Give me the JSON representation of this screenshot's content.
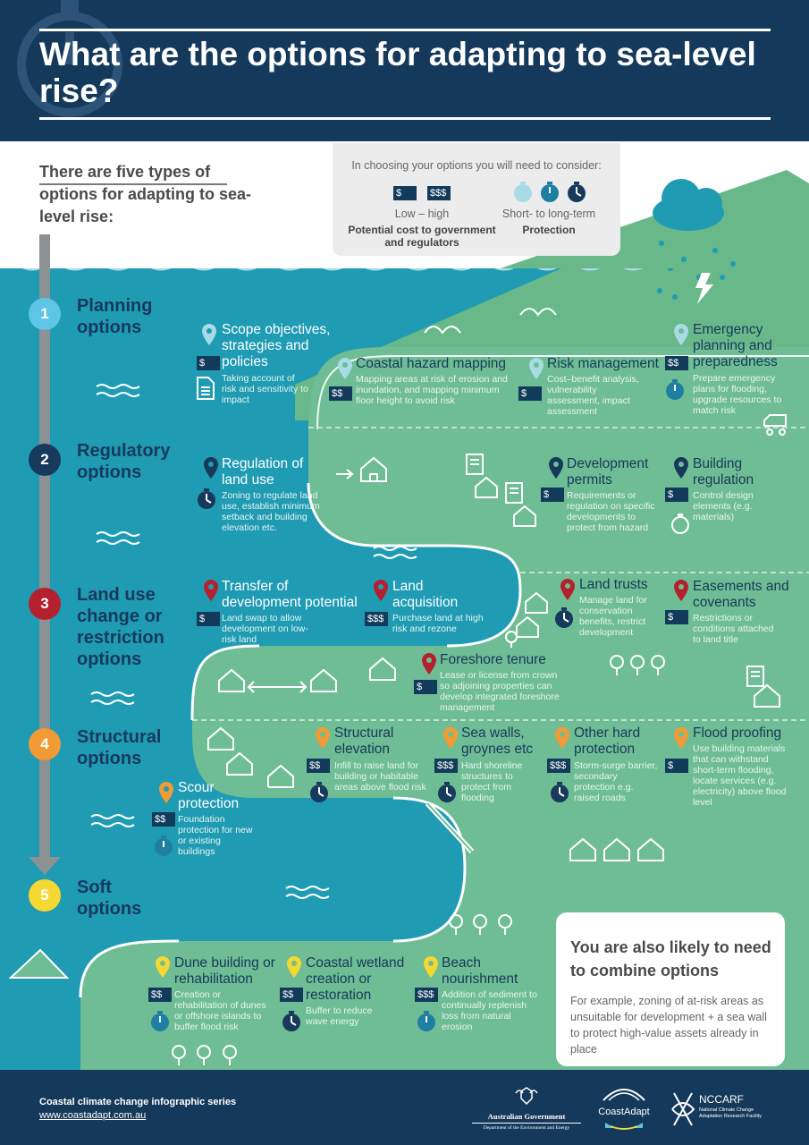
{
  "header": {
    "title": "What are the options for adapting to sea-level rise?"
  },
  "intro": {
    "text": "There are five types of options for adapting to sea-level rise:"
  },
  "consider": {
    "heading": "In choosing your options you will need to consider:",
    "cost_low": "$",
    "cost_high": "$$$",
    "cost_range": "Low – high",
    "cost_label": "Potential cost to government and regulators",
    "protection_range": "Short- to long-term",
    "protection_label": "Protection"
  },
  "options": [
    {
      "num": "1",
      "name": "Planning options",
      "color": "#5ec5e6"
    },
    {
      "num": "2",
      "name": "Regulatory options",
      "color": "#17395b"
    },
    {
      "num": "3",
      "name": "Land use change or restriction options",
      "color": "#b5202e"
    },
    {
      "num": "4",
      "name": "Structural options",
      "color": "#f29a35"
    },
    {
      "num": "5",
      "name": "Soft options",
      "color": "#f6d832"
    }
  ],
  "items": {
    "scope": {
      "title": "Scope objectives, strategies and policies",
      "cost": "$",
      "desc": "Taking account of risk and sensitivity to impact"
    },
    "coastal_hazard": {
      "title": "Coastal hazard mapping",
      "cost": "$$",
      "desc": "Mapping areas at risk of erosion and inundation, and mapping minimum floor height to avoid risk"
    },
    "risk_mgmt": {
      "title": "Risk management",
      "cost": "$",
      "desc": "Cost–benefit analysis, vulnerability assessment, impact assessment"
    },
    "emergency": {
      "title": "Emergency planning and preparedness",
      "cost": "$$",
      "desc": "Prepare emergency plans for flooding, upgrade resources to match risk"
    },
    "land_use_reg": {
      "title": "Regulation of land use",
      "desc": "Zoning to regulate land use, establish minimum setback and building elevation etc."
    },
    "dev_permits": {
      "title": "Development permits",
      "cost": "$",
      "desc": "Requirements or regulation on specific developments to protect from hazard"
    },
    "building_reg": {
      "title": "Building regulation",
      "cost": "$",
      "desc": "Control design elements (e.g. materials)"
    },
    "transfer": {
      "title": "Transfer of development potential",
      "cost": "$",
      "desc": "Land swap to allow development on low-risk land"
    },
    "land_acq": {
      "title": "Land acquisition",
      "cost": "$$$",
      "desc": "Purchase land at high risk and rezone"
    },
    "land_trusts": {
      "title": "Land trusts",
      "desc": "Manage land for conservation benefits, restrict development"
    },
    "easements": {
      "title": "Easements and covenants",
      "cost": "$",
      "desc": "Restrictions or conditions attached to land title"
    },
    "foreshore": {
      "title": "Foreshore tenure",
      "cost": "$",
      "desc": "Lease or license from crown so adjoining properties can develop integrated foreshore management"
    },
    "struct_elev": {
      "title": "Structural elevation",
      "cost": "$$",
      "desc": "Infill to raise land for building or habitable areas above flood risk"
    },
    "sea_walls": {
      "title": "Sea walls, groynes etc",
      "cost": "$$$",
      "desc": "Hard shoreline structures to protect from flooding"
    },
    "other_hard": {
      "title": "Other hard protection",
      "cost": "$$$",
      "desc": "Storm-surge barrier, secondary protection e.g. raised roads"
    },
    "flood_proof": {
      "title": "Flood proofing",
      "cost": "$",
      "desc": "Use building materials that can withstand short-term flooding, locate services (e.g. electricity) above flood level"
    },
    "scour": {
      "title": "Scour protection",
      "cost": "$$",
      "desc": "Foundation protection for new or existing buildings"
    },
    "dune": {
      "title": "Dune building or rehabilitation",
      "cost": "$$",
      "desc": "Creation or rehabilitation of dunes or offshore islands to buffer flood risk"
    },
    "wetland": {
      "title": "Coastal wetland creation or restoration",
      "cost": "$$",
      "desc": "Buffer to reduce wave energy"
    },
    "beach": {
      "title": "Beach nourishment",
      "cost": "$$$",
      "desc": "Addition of sediment to continually replenish loss from natural erosion"
    }
  },
  "combine": {
    "title": "You are also likely to need to combine options",
    "text": "For example, zoning of at-risk areas as unsuitable for development + a sea wall to protect high-value assets already in place"
  },
  "footer": {
    "series": "Coastal climate change infographic series",
    "url": "www.coastadapt.com.au",
    "gov_name": "Australian Government",
    "gov_dept": "Department of the Environment and Energy",
    "coastadapt": "CoastAdapt",
    "nccarf": "NCCARF",
    "nccarf_full": "National Climate Change Adaptation Research Facility"
  }
}
